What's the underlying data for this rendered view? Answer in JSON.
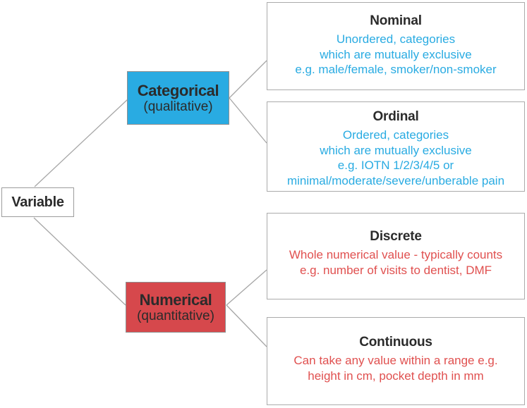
{
  "colors": {
    "blue": "#29ABE2",
    "red": "#D6484C",
    "blue-text": "#29ABE2",
    "red-text": "#E0504F",
    "title-dark": "#2B2B2B",
    "line": "#A6A6A6",
    "leaf-border": "#ABABAB"
  },
  "root": {
    "label": "Variable"
  },
  "branches": {
    "categorical": {
      "label": "Categorical",
      "sublabel": "(qualitative)"
    },
    "numerical": {
      "label": "Numerical",
      "sublabel": "(quantitative)"
    }
  },
  "leaves": {
    "nominal": {
      "title": "Nominal",
      "lines": [
        "Unordered, categories",
        "which are mutually exclusive",
        "e.g. male/female, smoker/non-smoker"
      ]
    },
    "ordinal": {
      "title": "Ordinal",
      "lines": [
        "Ordered, categories",
        "which are mutually exclusive",
        "e.g. IOTN 1/2/3/4/5 or",
        "minimal/moderate/severe/unberable pain"
      ]
    },
    "discrete": {
      "title": "Discrete",
      "lines": [
        "Whole numerical value - typically counts",
        "e.g. number of visits to dentist, DMF"
      ]
    },
    "continuous": {
      "title": "Continuous",
      "lines": [
        "Can take any value within a range e.g.",
        "height in cm, pocket depth in mm"
      ]
    }
  }
}
